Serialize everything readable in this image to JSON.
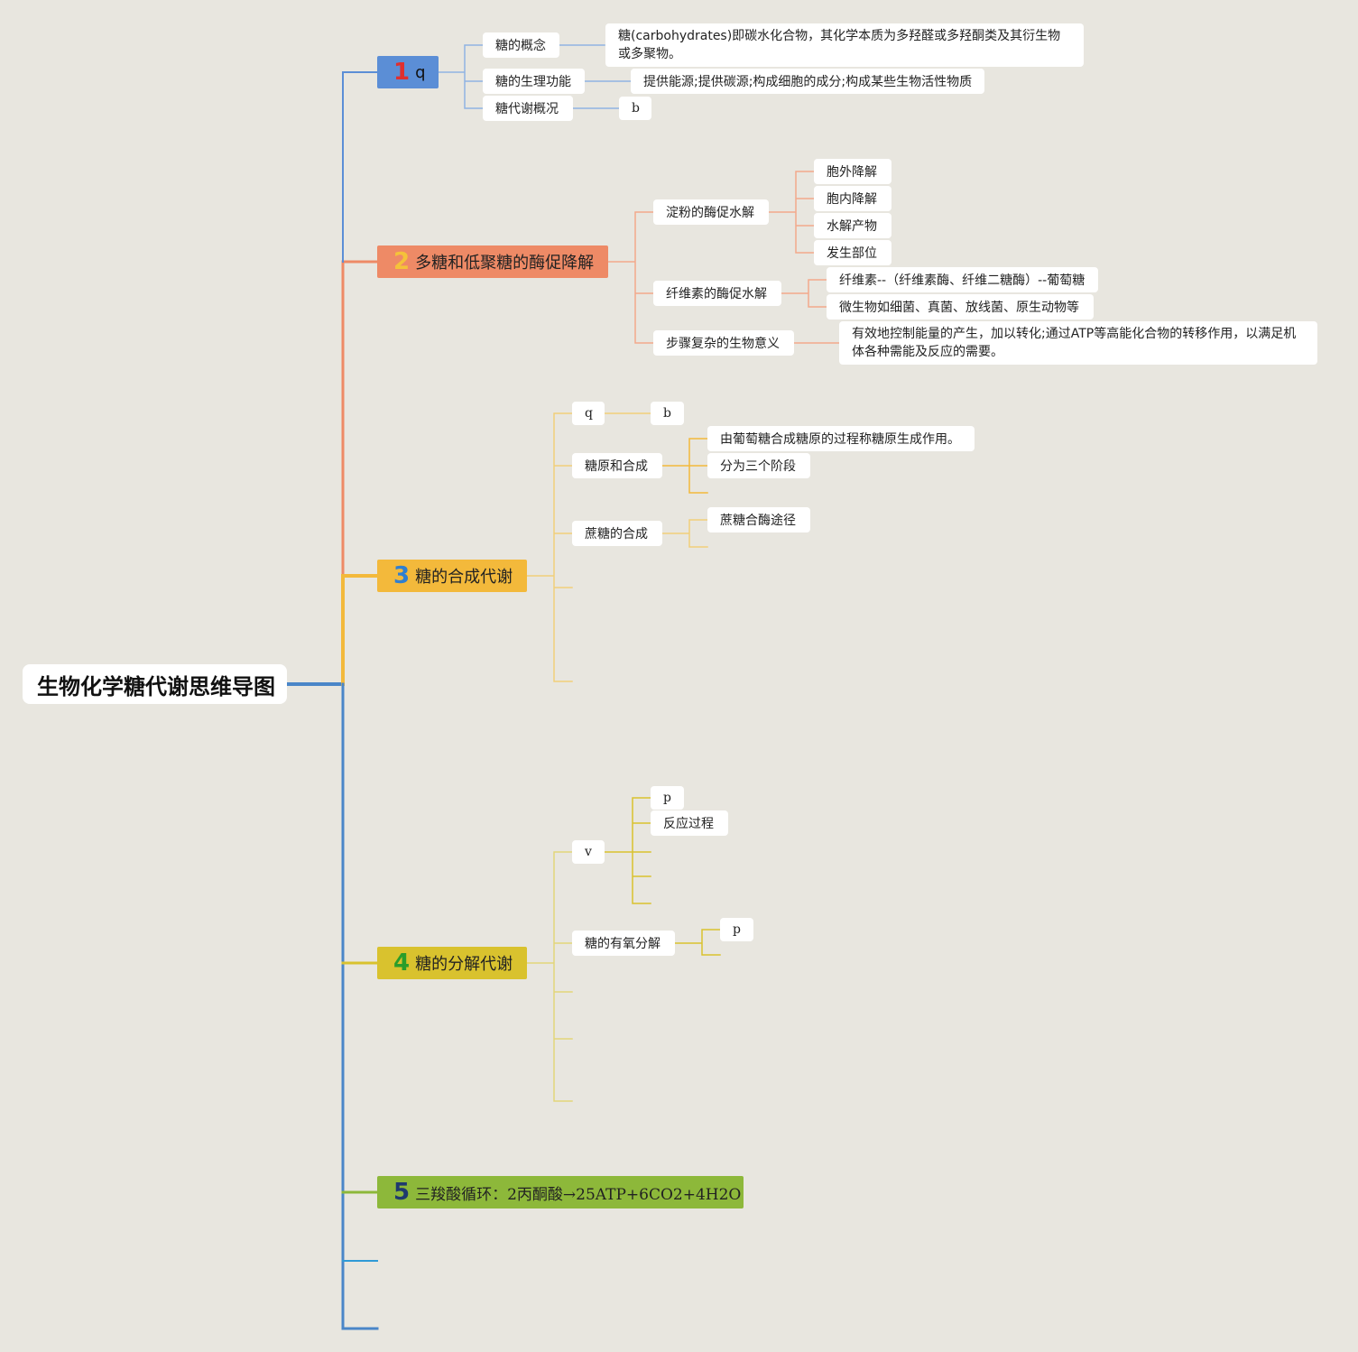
{
  "root": {
    "title": "生物化学糖代谢思维导图"
  },
  "branches": [
    {
      "num": "1",
      "label": "q",
      "color": "#5b8ed6",
      "num_color": "#e02f2f",
      "subs": [
        {
          "label": "糖的概念",
          "leaves": [
            "糖(carbohydrates)即碳水化合物，其化学本质为多羟醛或多羟酮类及其衍生物或多聚物。"
          ]
        },
        {
          "label": "糖的生理功能",
          "leaves": [
            "提供能源;提供碳源;构成细胞的成分;构成某些生物活性物质"
          ]
        },
        {
          "label": "糖代谢概况",
          "leaves": [
            "b"
          ]
        }
      ]
    },
    {
      "num": "2",
      "label": "多糖和低聚糖的酶促降解",
      "color": "#ee8a66",
      "num_color": "#f5c23a",
      "subs": [
        {
          "label": "淀粉的酶促水解",
          "leaves": [
            "胞外降解",
            "胞内降解",
            "水解产物",
            "发生部位"
          ]
        },
        {
          "label": "纤维素的酶促水解",
          "leaves": [
            "纤维素--（纤维素酶、纤维二糖酶）--葡萄糖",
            "微生物如细菌、真菌、放线菌、原生动物等"
          ]
        },
        {
          "label": "步骤复杂的生物意义",
          "leaves": [
            "有效地控制能量的产生，加以转化;通过ATP等高能化合物的转移作用，以满足机体各种需能及反应的需要。"
          ]
        }
      ]
    },
    {
      "num": "3",
      "label": "糖的合成代谢",
      "color": "#f3b93b",
      "num_color": "#2f7fd0",
      "subs": [
        {
          "label": "q",
          "leaves": [
            "b"
          ]
        },
        {
          "label": "糖原和合成",
          "leaves": [
            "由葡萄糖合成糖原的过程称糖原生成作用。",
            "分为三个阶段"
          ]
        },
        {
          "label": "蔗糖的合成",
          "leaves": [
            "蔗糖合酶途径"
          ]
        }
      ]
    },
    {
      "num": "4",
      "label": "糖的分解代谢",
      "color": "#d9c22e",
      "num_color": "#2a9d2a",
      "subs": [
        {
          "label": "v",
          "leaves": [
            "p",
            "反应过程"
          ]
        },
        {
          "label": "糖的有氧分解",
          "leaves": [
            "p"
          ]
        }
      ]
    },
    {
      "num": "5",
      "label": "三羧酸循环：2丙酮酸→25ATP+6CO2+4H2O",
      "color": "#8db83a",
      "num_color": "#1f3a6e",
      "subs": []
    }
  ],
  "colors": {
    "background": "#e8e6df",
    "trunk": "#4a86c8",
    "branch1": "#5b8ed6",
    "branch2": "#ee8a66",
    "branch3": "#f3b93b",
    "branch4": "#d9c22e",
    "branch5": "#8db83a",
    "node_fill": "#ffffff"
  }
}
